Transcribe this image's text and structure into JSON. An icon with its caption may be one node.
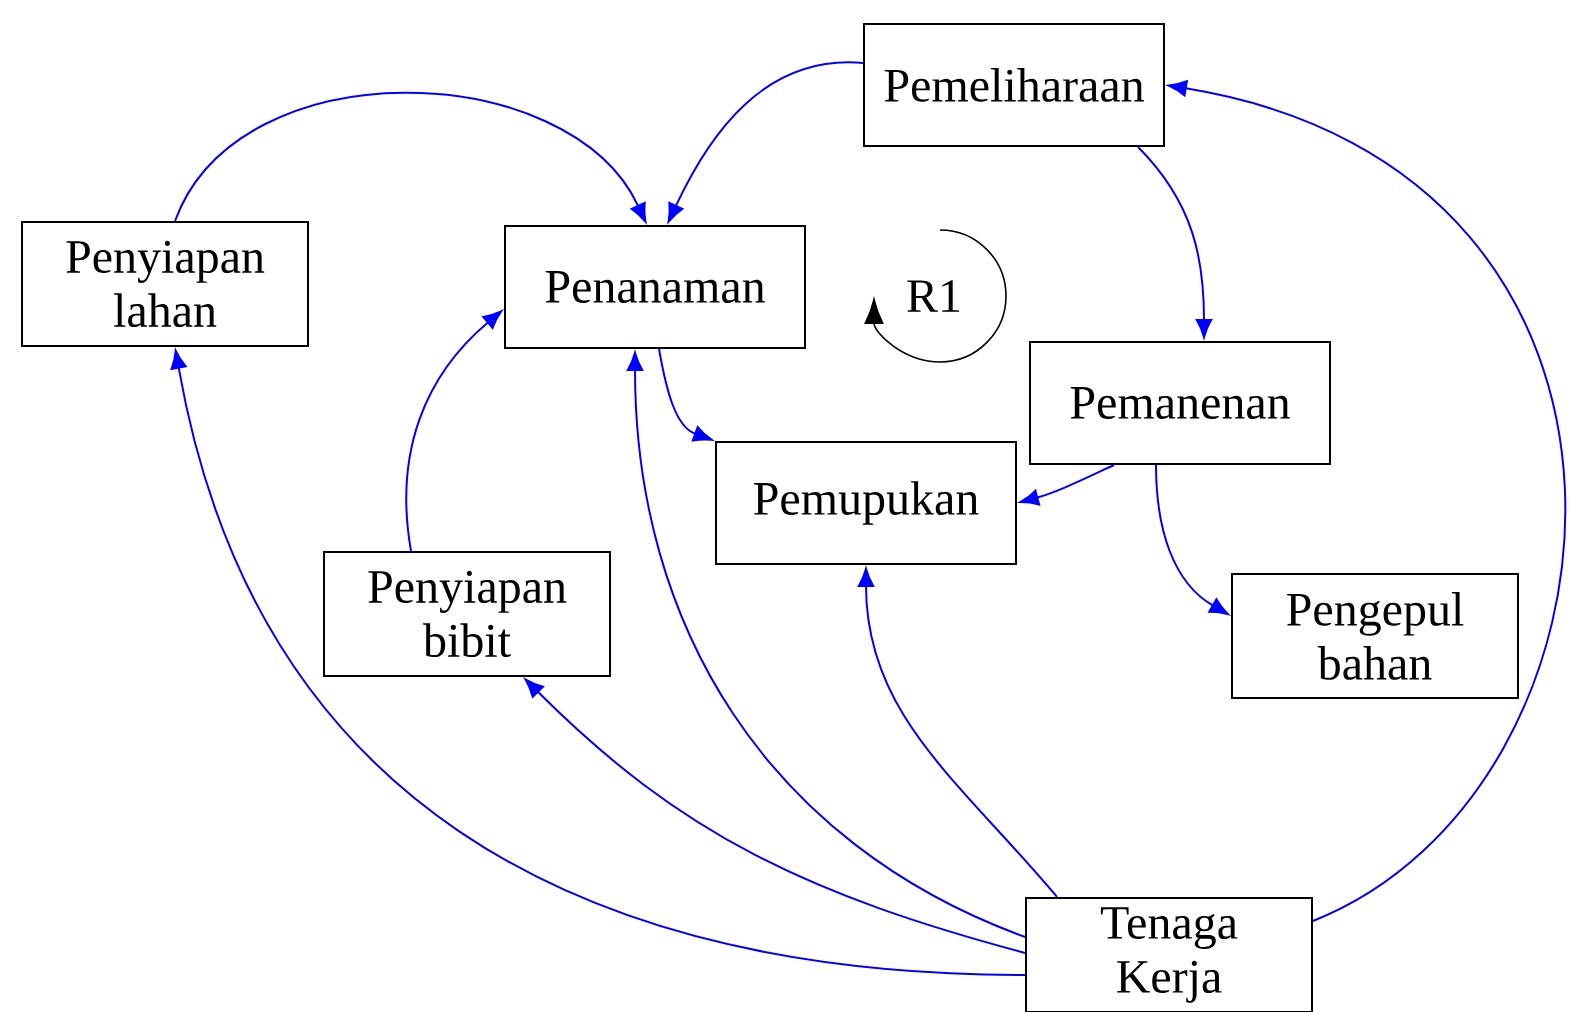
{
  "diagram": {
    "nodes": [
      {
        "text": [
          "Pemeliharaan"
        ]
      },
      {
        "text": [
          "Penyiapan lahan"
        ]
      },
      {
        "text": [
          "Penanaman"
        ]
      },
      {
        "text": [
          "Pemanenan"
        ]
      },
      {
        "text": [
          "Pemupukan"
        ]
      },
      {
        "text": [
          "Penyiapan bibit"
        ]
      },
      {
        "text": [
          "Pengepul bahan"
        ]
      },
      {
        "text": [
          "Tenaga Kerja"
        ]
      }
    ],
    "edges": [
      {
        "from": 1,
        "to": 2,
        "arrow": "to"
      },
      {
        "from": 0,
        "to": 2,
        "arrow": "to"
      },
      {
        "from": 0,
        "to": 3,
        "arrow": "to"
      },
      {
        "from": 2,
        "to": 4,
        "arrow": "to"
      },
      {
        "from": 3,
        "to": 4,
        "arrow": "to"
      },
      {
        "from": 3,
        "to": 6,
        "arrow": "to"
      },
      {
        "from": 5,
        "to": 2,
        "arrow": "to"
      },
      {
        "from": 7,
        "to": 1,
        "arrow": "to"
      },
      {
        "from": 7,
        "to": 5,
        "arrow": "to"
      },
      {
        "from": 7,
        "to": 2,
        "arrow": "to"
      },
      {
        "from": 7,
        "to": 4,
        "arrow": "to"
      },
      {
        "from": 7,
        "to": 0,
        "arrow": "to"
      }
    ],
    "labels": [
      "R1"
    ]
  }
}
